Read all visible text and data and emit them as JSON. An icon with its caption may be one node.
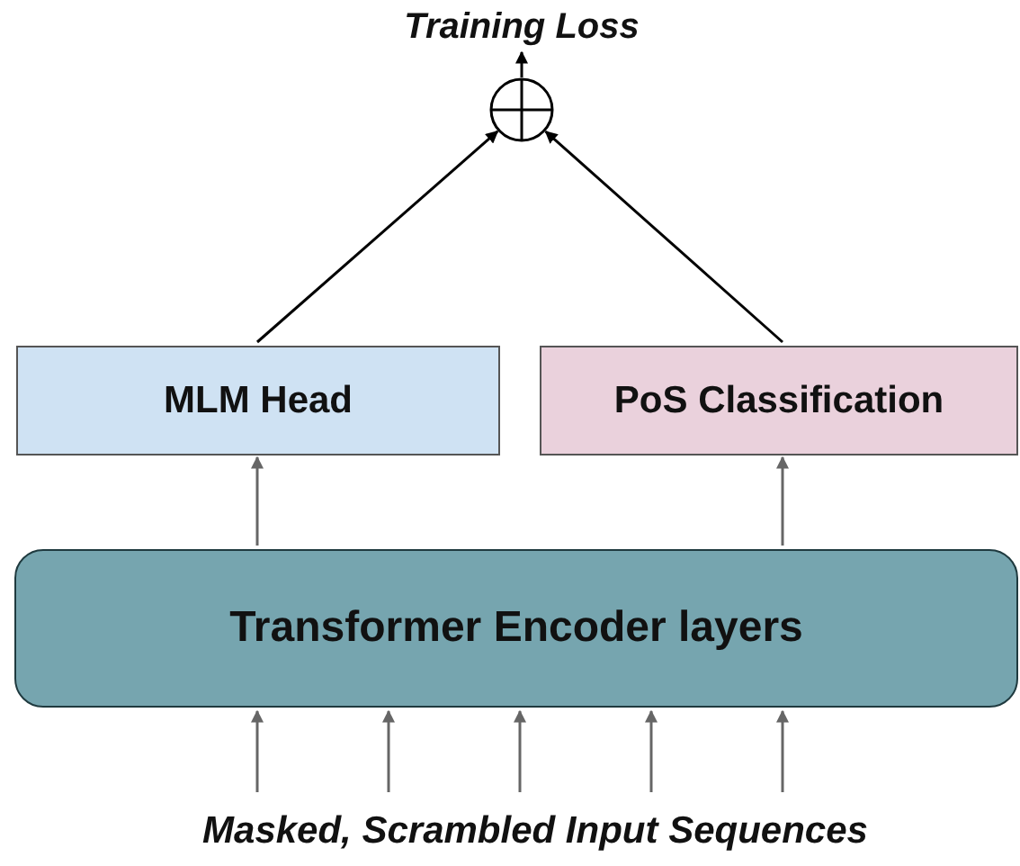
{
  "diagram": {
    "nodes": [
      {
        "text": [
          "Training Loss"
        ]
      },
      {
        "text": [],
        "shape": "circle"
      },
      {
        "text": [
          "MLM Head"
        ]
      },
      {
        "text": [
          "PoS Classification"
        ]
      },
      {
        "text": [
          "Transformer Encoder layers"
        ]
      },
      {
        "text": [
          "Masked, Scrambled Input Sequences"
        ]
      }
    ],
    "edges": [
      {
        "from": 1,
        "to": 0,
        "arrow": "to",
        "color": "#000000"
      },
      {
        "from": 2,
        "to": 1,
        "arrow": "to",
        "color": "#000000"
      },
      {
        "from": 3,
        "to": 1,
        "arrow": "to",
        "color": "#000000"
      },
      {
        "from": 4,
        "to": 2,
        "arrow": "to"
      },
      {
        "from": 4,
        "to": 3,
        "arrow": "to"
      },
      {
        "from": 5,
        "to": 4,
        "arrow": "to"
      },
      {
        "from": 5,
        "to": 4,
        "arrow": "to"
      },
      {
        "from": 5,
        "to": 4,
        "arrow": "to"
      },
      {
        "from": 5,
        "to": 4,
        "arrow": "to"
      },
      {
        "from": 5,
        "to": 4,
        "arrow": "to"
      }
    ]
  }
}
